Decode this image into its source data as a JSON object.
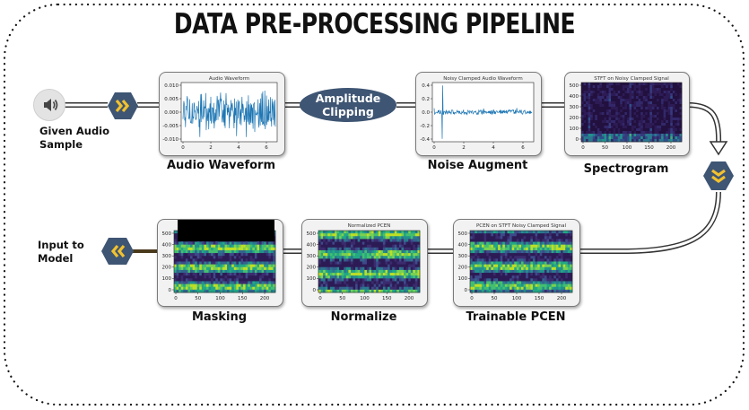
{
  "title": "DATA PRE-PROCESSING PIPELINE",
  "input_label": "Given Audio Sample",
  "output_label": "Input to Model",
  "operation": "Amplitude Clipping",
  "icons": [
    "speaker-icon",
    "chevron-right-icon",
    "chevron-down-icon",
    "chevron-left-icon"
  ],
  "colors": {
    "node_dark": "#3e5573",
    "chevron": "#f2c12e",
    "waveform": "#1f77b4"
  },
  "stages": {
    "waveform": {
      "label": "Audio Waveform",
      "plot_title": "Audio Waveform",
      "yticks": [
        "0.010",
        "0.005",
        "0.000",
        "-0.005",
        "-0.010"
      ],
      "xticks": [
        "0",
        "2",
        "4",
        "6"
      ]
    },
    "noise": {
      "label": "Noise Augment",
      "plot_title": "Noisy Clamped Audio Waveform",
      "yticks": [
        "0.4",
        "0.2",
        "0.0",
        "-0.2",
        "-0.4"
      ],
      "xticks": [
        "0",
        "2",
        "4",
        "6"
      ]
    },
    "spectrogram": {
      "label": "Spectrogram",
      "plot_title": "STFT on Noisy Clamped Signal",
      "yticks": [
        "500",
        "400",
        "300",
        "200",
        "100",
        "0"
      ],
      "xticks": [
        "0",
        "50",
        "100",
        "150",
        "200"
      ]
    },
    "pcen": {
      "label": "Trainable PCEN",
      "plot_title": "PCEN on STFT Noisy Clamped Signal",
      "yticks": [
        "500",
        "400",
        "300",
        "200",
        "100",
        "0"
      ],
      "xticks": [
        "0",
        "50",
        "100",
        "150",
        "200"
      ]
    },
    "normalize": {
      "label": "Normalize",
      "plot_title": "Normalized PCEN",
      "yticks": [
        "500",
        "400",
        "300",
        "200",
        "100",
        "0"
      ],
      "xticks": [
        "0",
        "50",
        "100",
        "150",
        "200"
      ]
    },
    "masking": {
      "label": "Masking",
      "plot_title": "",
      "yticks": [
        "500",
        "400",
        "300",
        "200",
        "100",
        "0"
      ],
      "xticks": [
        "0",
        "50",
        "100",
        "150",
        "200"
      ]
    }
  }
}
